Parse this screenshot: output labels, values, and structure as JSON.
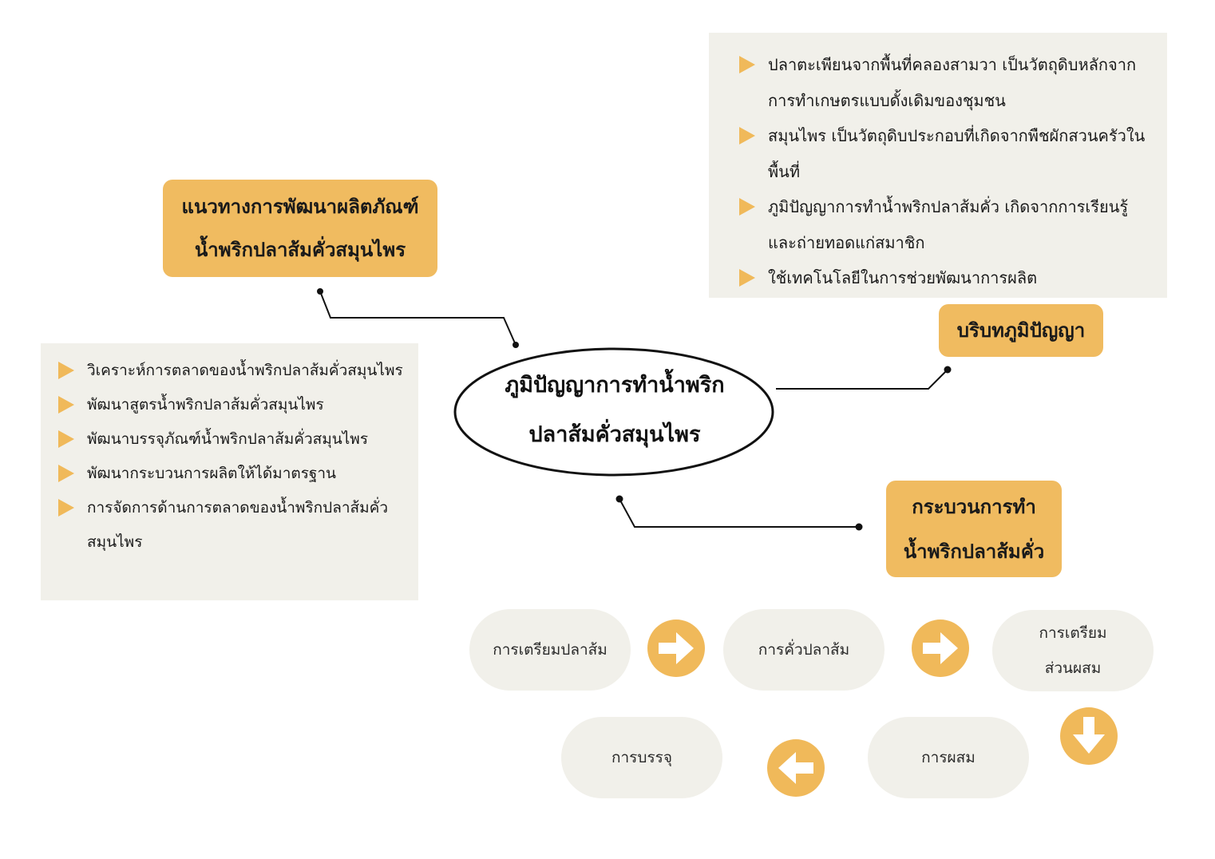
{
  "center": {
    "line1": "ภูมิปัญญาการทำน้ำพริก",
    "line2": "ปลาส้มคั่วสมุนไพร"
  },
  "dev_label": {
    "line1": "แนวทางการพัฒนาผลิตภัณฑ์",
    "line2": "น้ำพริกปลาส้มคั่วสมุนไพร"
  },
  "context_label": "บริบทภูมิปัญญา",
  "process_label": {
    "line1": "กระบวนการทำ",
    "line2": "น้ำพริกปลาส้มคั่ว"
  },
  "context_items": [
    "ปลาตะเพียนจากพื้นที่คลองสามวา เป็นวัตถุดิบหลักจากการทำเกษตรแบบดั้งเดิมของชุมชน",
    "สมุนไพร เป็นวัตถุดิบประกอบที่เกิดจากพืชผักสวนครัวในพื้นที่",
    "ภูมิปัญญาการทำน้ำพริกปลาส้มคั่ว เกิดจากการเรียนรู้และถ่ายทอดแก่สมาชิก",
    "ใช้เทคโนโลยีในการช่วยพัฒนาการผลิต"
  ],
  "dev_items": [
    "วิเคราะห์การตลาดของน้ำพริกปลาส้มคั่วสมุนไพร",
    "พัฒนาสูตรน้ำพริกปลาส้มคั่วสมุนไพร",
    "พัฒนาบรรจุภัณฑ์น้ำพริกปลาส้มคั่วสมุนไพร",
    "พัฒนากระบวนการผลิตให้ได้มาตรฐาน",
    "การจัดการด้านการตลาดของน้ำพริกปลาส้มคั่วสมุนไพร"
  ],
  "steps": {
    "s1": "การเตรียมปลาส้ม",
    "s2": "การคั่วปลาส้ม",
    "s3_line1": "การเตรียม",
    "s3_line2": "ส่วนผสม",
    "s4": "การผสม",
    "s5": "การบรรจุ"
  },
  "colors": {
    "accent": "#f0bb60",
    "panel": "#f1f0ea",
    "line": "#111111"
  },
  "icons": {
    "bullet": "triangle-right-icon",
    "flow_arrows": [
      "arrow-right-icon",
      "arrow-right-icon",
      "arrow-down-icon",
      "arrow-left-icon"
    ]
  }
}
